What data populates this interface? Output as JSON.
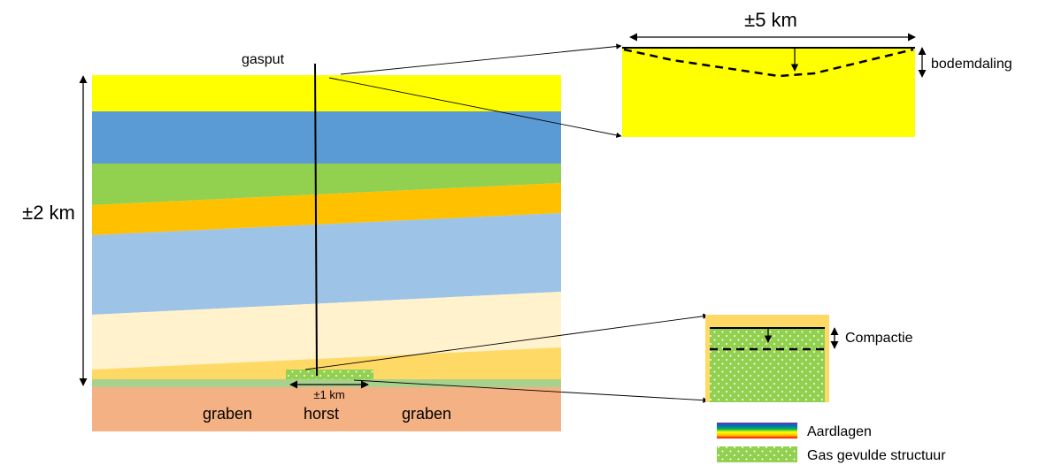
{
  "labels": {
    "well": "gasput",
    "depth": "±2 km",
    "width_surface": "±5 km",
    "width_structure": "±1 km",
    "subsidence": "bodemdaling",
    "compaction": "Compactie",
    "graben_left": "graben",
    "horst": "horst",
    "graben_right": "graben"
  },
  "legend": {
    "layers": "Aardlagen",
    "gas": "Gas gevulde structuur"
  },
  "colors": {
    "yellow": "#FFFF00",
    "blue": "#5B9BD5",
    "green": "#92D050",
    "orange": "#FFC000",
    "light_blue": "#9DC3E6",
    "cream": "#FFF2CC",
    "sand": "#FFD966",
    "salmon": "#F4B183",
    "sage": "#A9D18E"
  }
}
